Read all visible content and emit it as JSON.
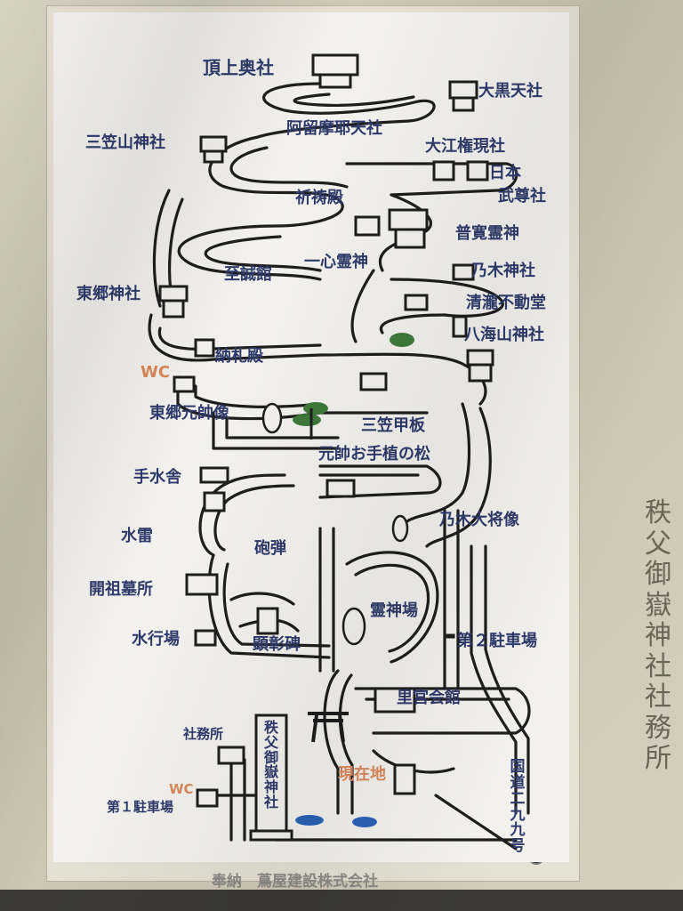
{
  "map": {
    "labels": {
      "summit": "頂上奥社",
      "daikokuten": "大黒天社",
      "amerumaya": "阿留摩耶天社",
      "mikasayama": "三笠山神社",
      "oe_gongen": "大江権現社",
      "nihon": "日本",
      "takeru": "武尊社",
      "kitoden": "祈祷殿",
      "fukan_reijin": "普寛霊神",
      "isshin_reijin": "一心霊神",
      "shiseikan": "至誠館",
      "nogi_jinja": "乃木神社",
      "togo_jinja": "東郷神社",
      "seiryu_fudodo": "清瀧不動堂",
      "hakkaisan": "八海山神社",
      "nosatsuden": "納札殿",
      "wc_top": "WC",
      "togo_statue": "東郷元帥像",
      "mikasa_kanpan": "三笠甲板",
      "gensui_pine": "元帥お手植の松",
      "temizuya": "手水舎",
      "suirai": "水雷",
      "hodan": "砲弾",
      "nogi_statue": "乃木大将像",
      "kaiso_bosho": "開祖墓所",
      "reijinba": "霊神場",
      "parking2": "第２駐車場",
      "suigyoba": "水行場",
      "kenshohi": "顕彰碑",
      "satomiya_kaikan": "里宮会館",
      "shamusho": "社務所",
      "current_location": "現在地",
      "wc_bottom": "WC",
      "parking1": "第１駐車場"
    },
    "shrine_pillar": "秩父御嶽神社",
    "route": "国道二九九号"
  },
  "side_sign": "秩父御嶽神社社務所",
  "donor": "奉納　蔦屋建設株式会社",
  "colors": {
    "label": "#2f3b6b",
    "accent": "#d9885a",
    "road": "#1e1e1e",
    "pine": "#3f7a3a",
    "water": "#2b63b5"
  }
}
